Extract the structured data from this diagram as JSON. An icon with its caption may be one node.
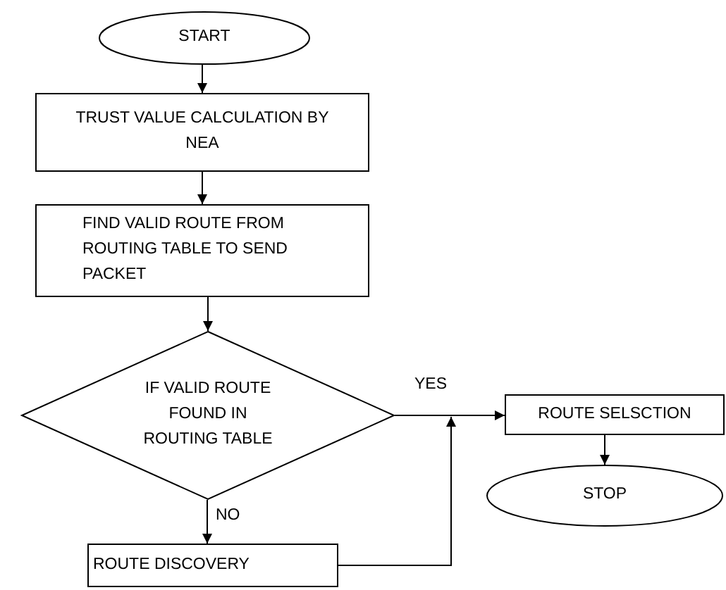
{
  "diagram": {
    "nodes": [
      {
        "text": [
          "START"
        ]
      },
      {
        "text": [
          "TRUST VALUE CALCULATION BY NEA"
        ]
      },
      {
        "text": [
          "FIND VALID ROUTE FROM ROUTING TABLE TO SEND PACKET"
        ]
      },
      {
        "text": [
          "IF VALID ROUTE FOUND IN ROUTING TABLE"
        ]
      },
      {
        "text": [
          "ROUTE SELSCTION"
        ]
      },
      {
        "text": [
          "STOP"
        ]
      },
      {
        "text": [
          "ROUTE DISCOVERY"
        ]
      }
    ],
    "edges": [
      {
        "from": 0,
        "to": 1,
        "arrow": "to"
      },
      {
        "from": 1,
        "to": 2,
        "arrow": "to"
      },
      {
        "from": 2,
        "to": 3,
        "arrow": "to"
      },
      {
        "from": 3,
        "to": 4,
        "arrow": "to",
        "label": "YES"
      },
      {
        "from": 4,
        "to": 5,
        "arrow": "to"
      },
      {
        "from": 3,
        "to": 6,
        "arrow": "to",
        "label": "NO"
      },
      {
        "from": 6,
        "to": 4,
        "arrow": "to"
      }
    ]
  }
}
